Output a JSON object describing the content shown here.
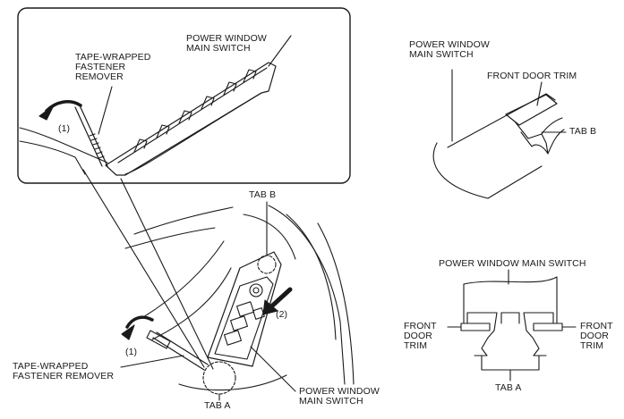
{
  "inset": {
    "label_switch": "POWER WINDOW\nMAIN SWITCH",
    "label_remover": "TAPE-WRAPPED\nFASTENER\nREMOVER",
    "label_step": "(1)"
  },
  "main_view": {
    "label_tab_b": "TAB B",
    "label_step1": "(1)",
    "label_step2": "(2)",
    "label_remover": "TAPE-WRAPPED\nFASTENER REMOVER",
    "label_tab_a": "TAB A",
    "label_switch": "POWER WINDOW\nMAIN SWITCH"
  },
  "detail_tab_b": {
    "label_switch": "POWER WINDOW\nMAIN SWITCH",
    "label_trim": "FRONT DOOR TRIM",
    "label_tab": "TAB B"
  },
  "detail_tab_a": {
    "label_switch": "POWER WINDOW MAIN SWITCH",
    "label_trim_left": "FRONT\nDOOR\nTRIM",
    "label_trim_right": "FRONT\nDOOR\nTRIM",
    "label_tab": "TAB A"
  }
}
